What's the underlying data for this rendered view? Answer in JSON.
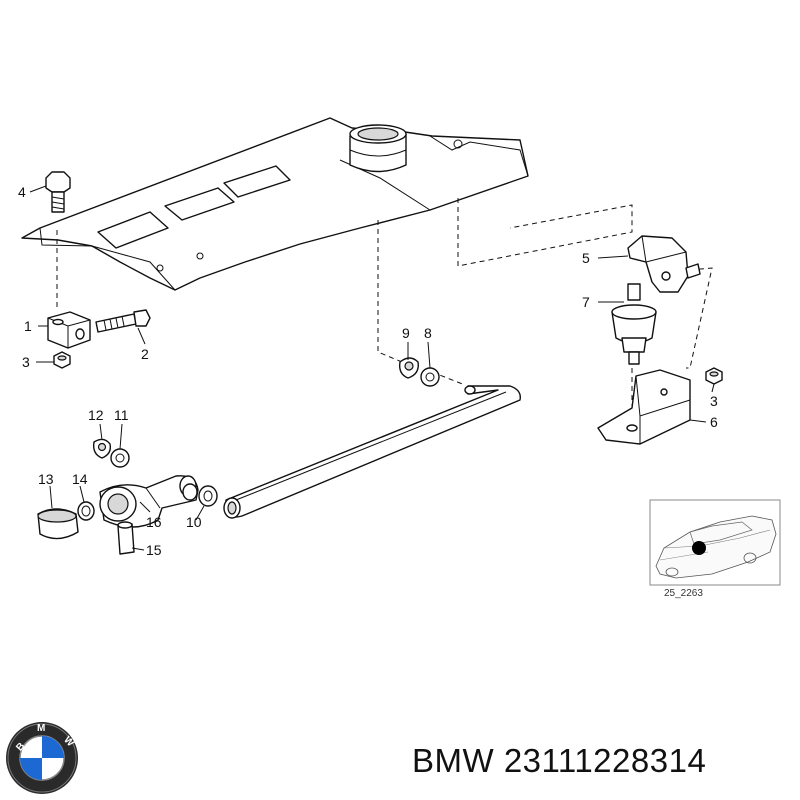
{
  "brand": {
    "part_label": "BMW 23111228314",
    "logo_letters": "BMW"
  },
  "inset": {
    "reference_code": "25_2263"
  },
  "callouts": {
    "c1": "1",
    "c2": "2",
    "c3a": "3",
    "c3b": "3",
    "c4": "4",
    "c5": "5",
    "c6": "6",
    "c7": "7",
    "c8": "8",
    "c9": "9",
    "c10": "10",
    "c11": "11",
    "c12": "12",
    "c13": "13",
    "c14": "14",
    "c15": "15",
    "c16": "16"
  },
  "colors": {
    "line": "#111111",
    "background": "#ffffff",
    "bmw_blue": "#1c69d4"
  }
}
